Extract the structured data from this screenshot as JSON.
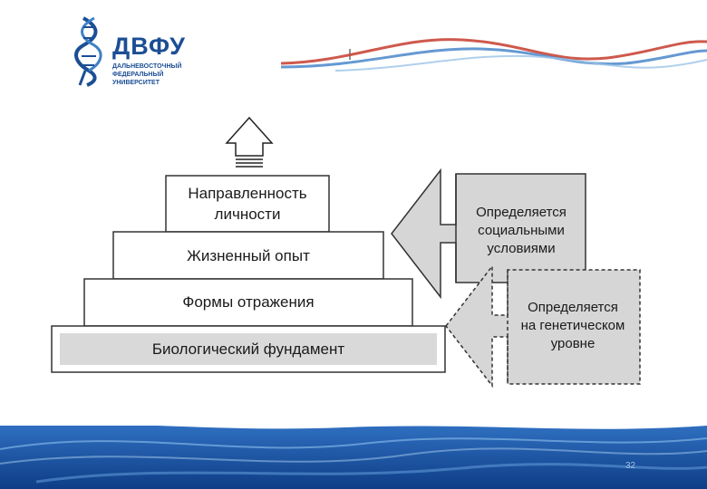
{
  "logo": {
    "title": "ДВФУ",
    "sub1": "ДАЛЬНЕВОСТОЧНЫЙ",
    "sub2": "ФЕДЕРАЛЬНЫЙ",
    "sub3": "УНИВЕРСИТЕТ"
  },
  "pyramid": {
    "top_line1": "Направленность",
    "top_line2": "личности",
    "level2": "Жизненный опыт",
    "level3": "Формы отражения",
    "base": "Биологический фундамент"
  },
  "annotations": {
    "social_line1": "Определяется",
    "social_line2": "социальными",
    "social_line3": "условиями",
    "genetic_line1": "Определяется",
    "genetic_line2": "на генетическом",
    "genetic_line3": "уровне"
  },
  "footer": {
    "page_number": "32"
  },
  "colors": {
    "brand_blue": "#1c4e94",
    "wave_red": "#c9473a",
    "wave_blue": "#3f80c7",
    "arrow_gray": "#d6d6d6",
    "base_fill": "#d9d9d9"
  }
}
